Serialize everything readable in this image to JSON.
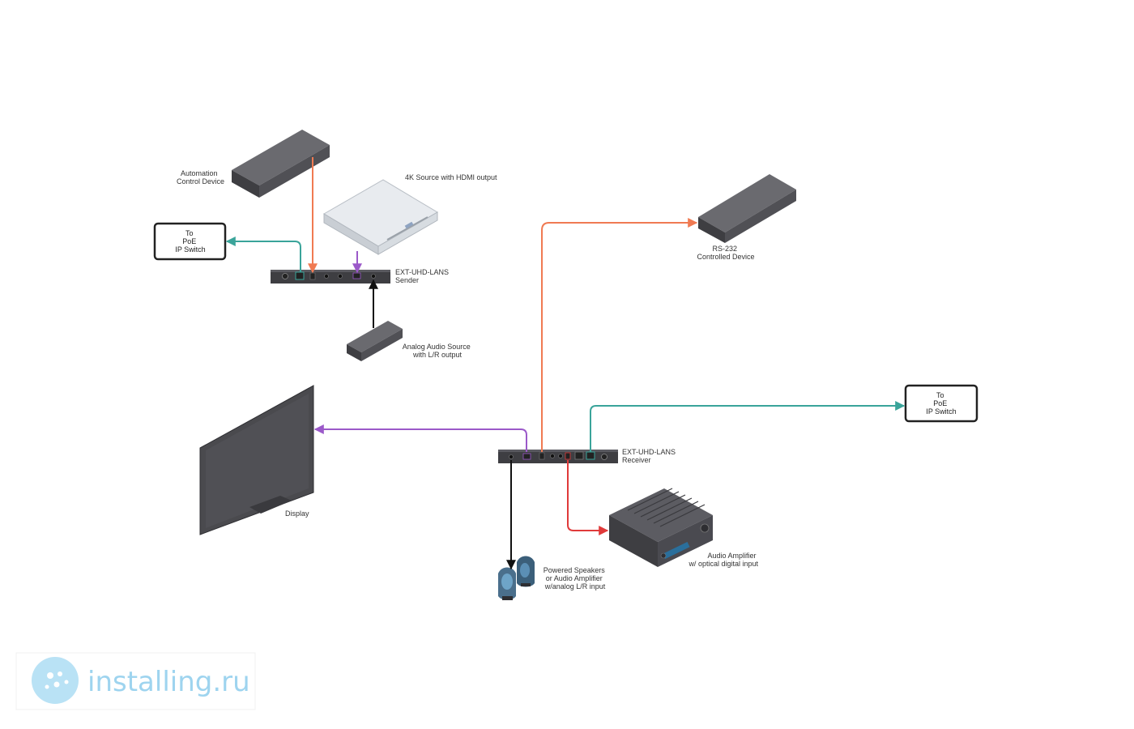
{
  "labels": {
    "automation": [
      "Automation",
      "Control Device"
    ],
    "source_4k": "4K Source with HDMI output",
    "poe_left": [
      "To",
      "PoE",
      "IP Switch"
    ],
    "sender": [
      "EXT-UHD-LANS",
      "Sender"
    ],
    "analog_source": [
      "Analog Audio Source",
      "with L/R output"
    ],
    "rs232": [
      "RS-232",
      "Controlled Device"
    ],
    "poe_right": [
      "To",
      "PoE",
      "IP Switch"
    ],
    "receiver": [
      "EXT-UHD-LANS",
      "Receiver"
    ],
    "display": "Display",
    "amplifier": [
      "Audio Amplifier",
      "w/ optical digital input"
    ],
    "speakers": [
      "Powered Speakers",
      "or Audio Amplifier",
      "w/analog L/R input"
    ]
  },
  "watermark": {
    "text": "installing.ru"
  },
  "colors": {
    "rs232": "#f07a52",
    "network": "#3aa49a",
    "hdmi": "#9b59c9",
    "analog_audio": "#111111",
    "optical": "#e03a3a",
    "device_dark": "#4a4a4e",
    "watermark": "#9ed4ef"
  }
}
